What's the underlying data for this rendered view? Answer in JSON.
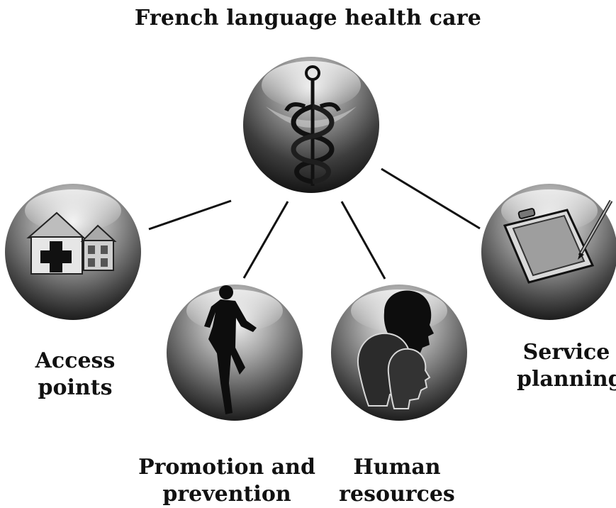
{
  "title": "French language health care",
  "center": {
    "icon": "caduceus-icon"
  },
  "nodes": [
    {
      "id": "access",
      "lines": [
        "Access",
        "points"
      ],
      "icon": "hospital-house-icon"
    },
    {
      "id": "promotion",
      "lines": [
        "Promotion and",
        "prevention"
      ],
      "icon": "runner-icon"
    },
    {
      "id": "human",
      "lines": [
        "Human",
        "resources"
      ],
      "icon": "heads-icon"
    },
    {
      "id": "service",
      "lines": [
        "Service",
        "planning"
      ],
      "icon": "tablet-pen-icon"
    }
  ],
  "colors": {
    "ink": "#111111",
    "sphere_light": "#d9d9d9",
    "sphere_dark": "#1a1a1a"
  }
}
